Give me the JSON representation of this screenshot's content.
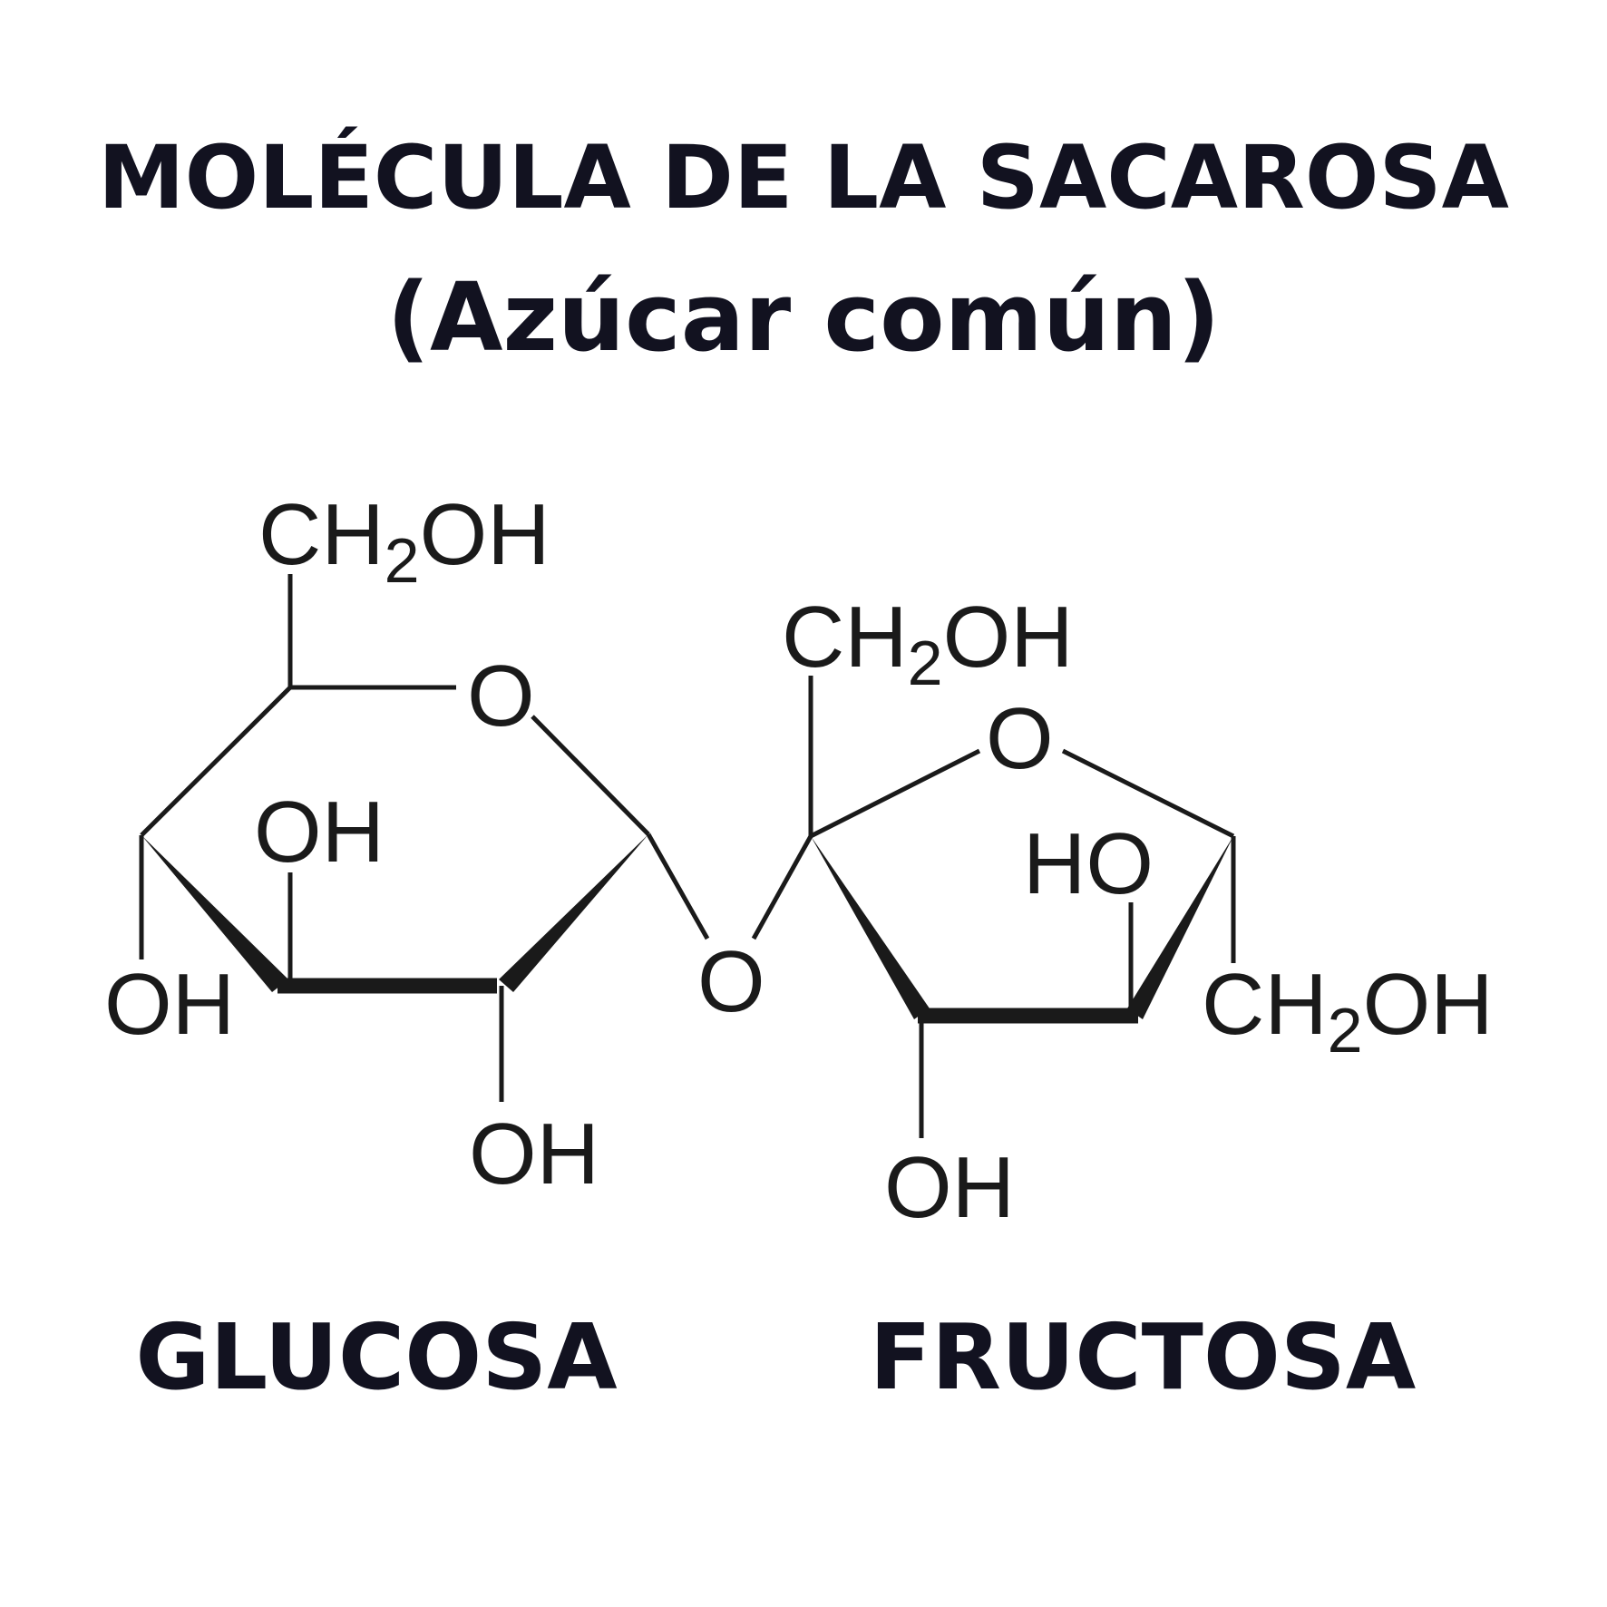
{
  "title": "MOLÉCULA DE LA SACAROSA",
  "subtitle": "(Azúcar común)",
  "glucose": {
    "name": "GLUCOSA",
    "ch2oh": "CH",
    "ch2oh_sub": "2",
    "ch2oh_tail": "OH",
    "ring_oxygen": "O",
    "oh_inner": "OH",
    "oh_left": "OH",
    "oh_bottom": "OH"
  },
  "glycosidic_oxygen": "O",
  "fructose": {
    "name": "FRUCTOSA",
    "ch2oh_top": "CH",
    "ch2oh_top_sub": "2",
    "ch2oh_top_tail": "OH",
    "ring_oxygen": "O",
    "ho_inner": "HO",
    "oh_bottom": "OH",
    "ch2oh_right": "CH",
    "ch2oh_right_sub": "2",
    "ch2oh_right_tail": "OH"
  }
}
